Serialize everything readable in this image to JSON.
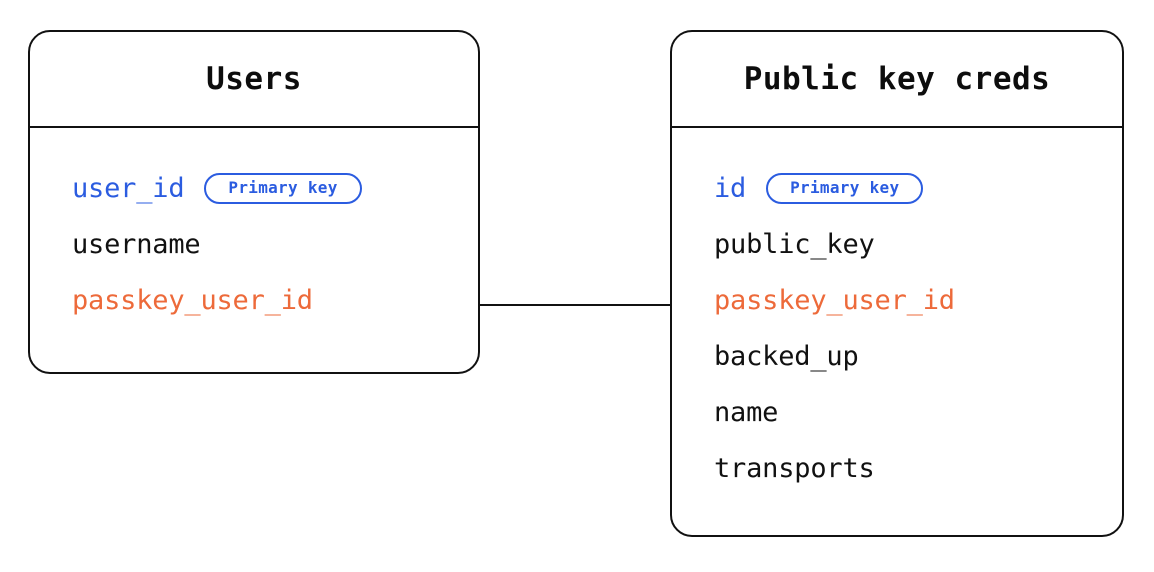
{
  "diagram": {
    "type": "entity-relationship",
    "background_color": "#ffffff",
    "border_color": "#111111",
    "primary_key_color": "#2b5ce0",
    "foreign_key_color": "#ed6a3a",
    "text_color": "#111111",
    "entities": [
      {
        "id": "users",
        "title": "Users",
        "fields": [
          {
            "name": "user_id",
            "role": "primary",
            "badge": "Primary key"
          },
          {
            "name": "username",
            "role": "plain",
            "badge": null
          },
          {
            "name": "passkey_user_id",
            "role": "foreign",
            "badge": null
          }
        ]
      },
      {
        "id": "public-key-creds",
        "title": "Public key creds",
        "fields": [
          {
            "name": "id",
            "role": "primary",
            "badge": "Primary key"
          },
          {
            "name": "public_key",
            "role": "plain",
            "badge": null
          },
          {
            "name": "passkey_user_id",
            "role": "foreign",
            "badge": null
          },
          {
            "name": "backed_up",
            "role": "plain",
            "badge": null
          },
          {
            "name": "name",
            "role": "plain",
            "badge": null
          },
          {
            "name": "transports",
            "role": "plain",
            "badge": null
          }
        ]
      }
    ],
    "relationships": [
      {
        "from_entity": "users",
        "from_field": "passkey_user_id",
        "to_entity": "public-key-creds",
        "to_field": "passkey_user_id",
        "style": "solid-line"
      }
    ]
  }
}
